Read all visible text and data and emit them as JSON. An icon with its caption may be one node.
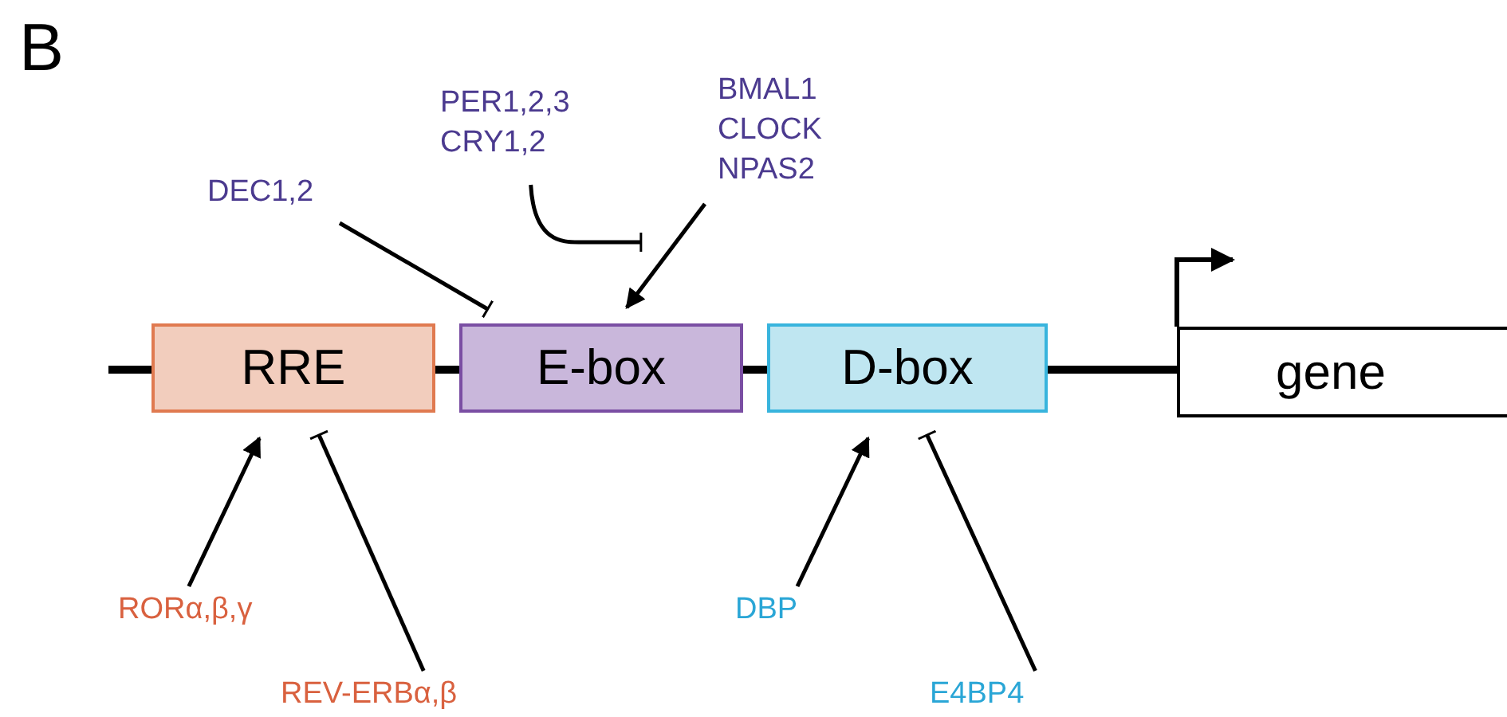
{
  "diagram": {
    "title": "B",
    "nodes": [
      {
        "text": [
          "RRE"
        ]
      },
      {
        "text": [
          "E-box"
        ]
      },
      {
        "text": [
          "D-box"
        ]
      },
      {
        "text": [
          "gene"
        ]
      },
      {
        "text": [
          "DEC1,2"
        ]
      },
      {
        "text": [
          "PER1,2,3 CRY1,2"
        ]
      },
      {
        "text": [
          "BMAL1 CLOCK NPAS2"
        ]
      },
      {
        "text": [
          "RORα,β,γ"
        ]
      },
      {
        "text": [
          "REV-ERBα,β"
        ]
      },
      {
        "text": [
          "DBP"
        ]
      },
      {
        "text": [
          "E4BP4"
        ]
      }
    ],
    "edges": [
      {
        "from": null,
        "to": 0,
        "arrow": "none",
        "style": "thick"
      },
      {
        "from": 0,
        "to": 1,
        "arrow": "none",
        "style": "thick"
      },
      {
        "from": 1,
        "to": 2,
        "arrow": "none",
        "style": "thick"
      },
      {
        "from": 2,
        "to": 3,
        "arrow": "none",
        "style": "thick"
      },
      {
        "from": 4,
        "to": 1,
        "arrow": "other"
      },
      {
        "from": 5,
        "to": 1,
        "arrow": "other"
      },
      {
        "from": 6,
        "to": 1,
        "arrow": "to"
      },
      {
        "from": 7,
        "to": 0,
        "arrow": "to"
      },
      {
        "from": 8,
        "to": 0,
        "arrow": "other"
      },
      {
        "from": 9,
        "to": 2,
        "arrow": "to"
      },
      {
        "from": 10,
        "to": 2,
        "arrow": "other"
      }
    ]
  }
}
